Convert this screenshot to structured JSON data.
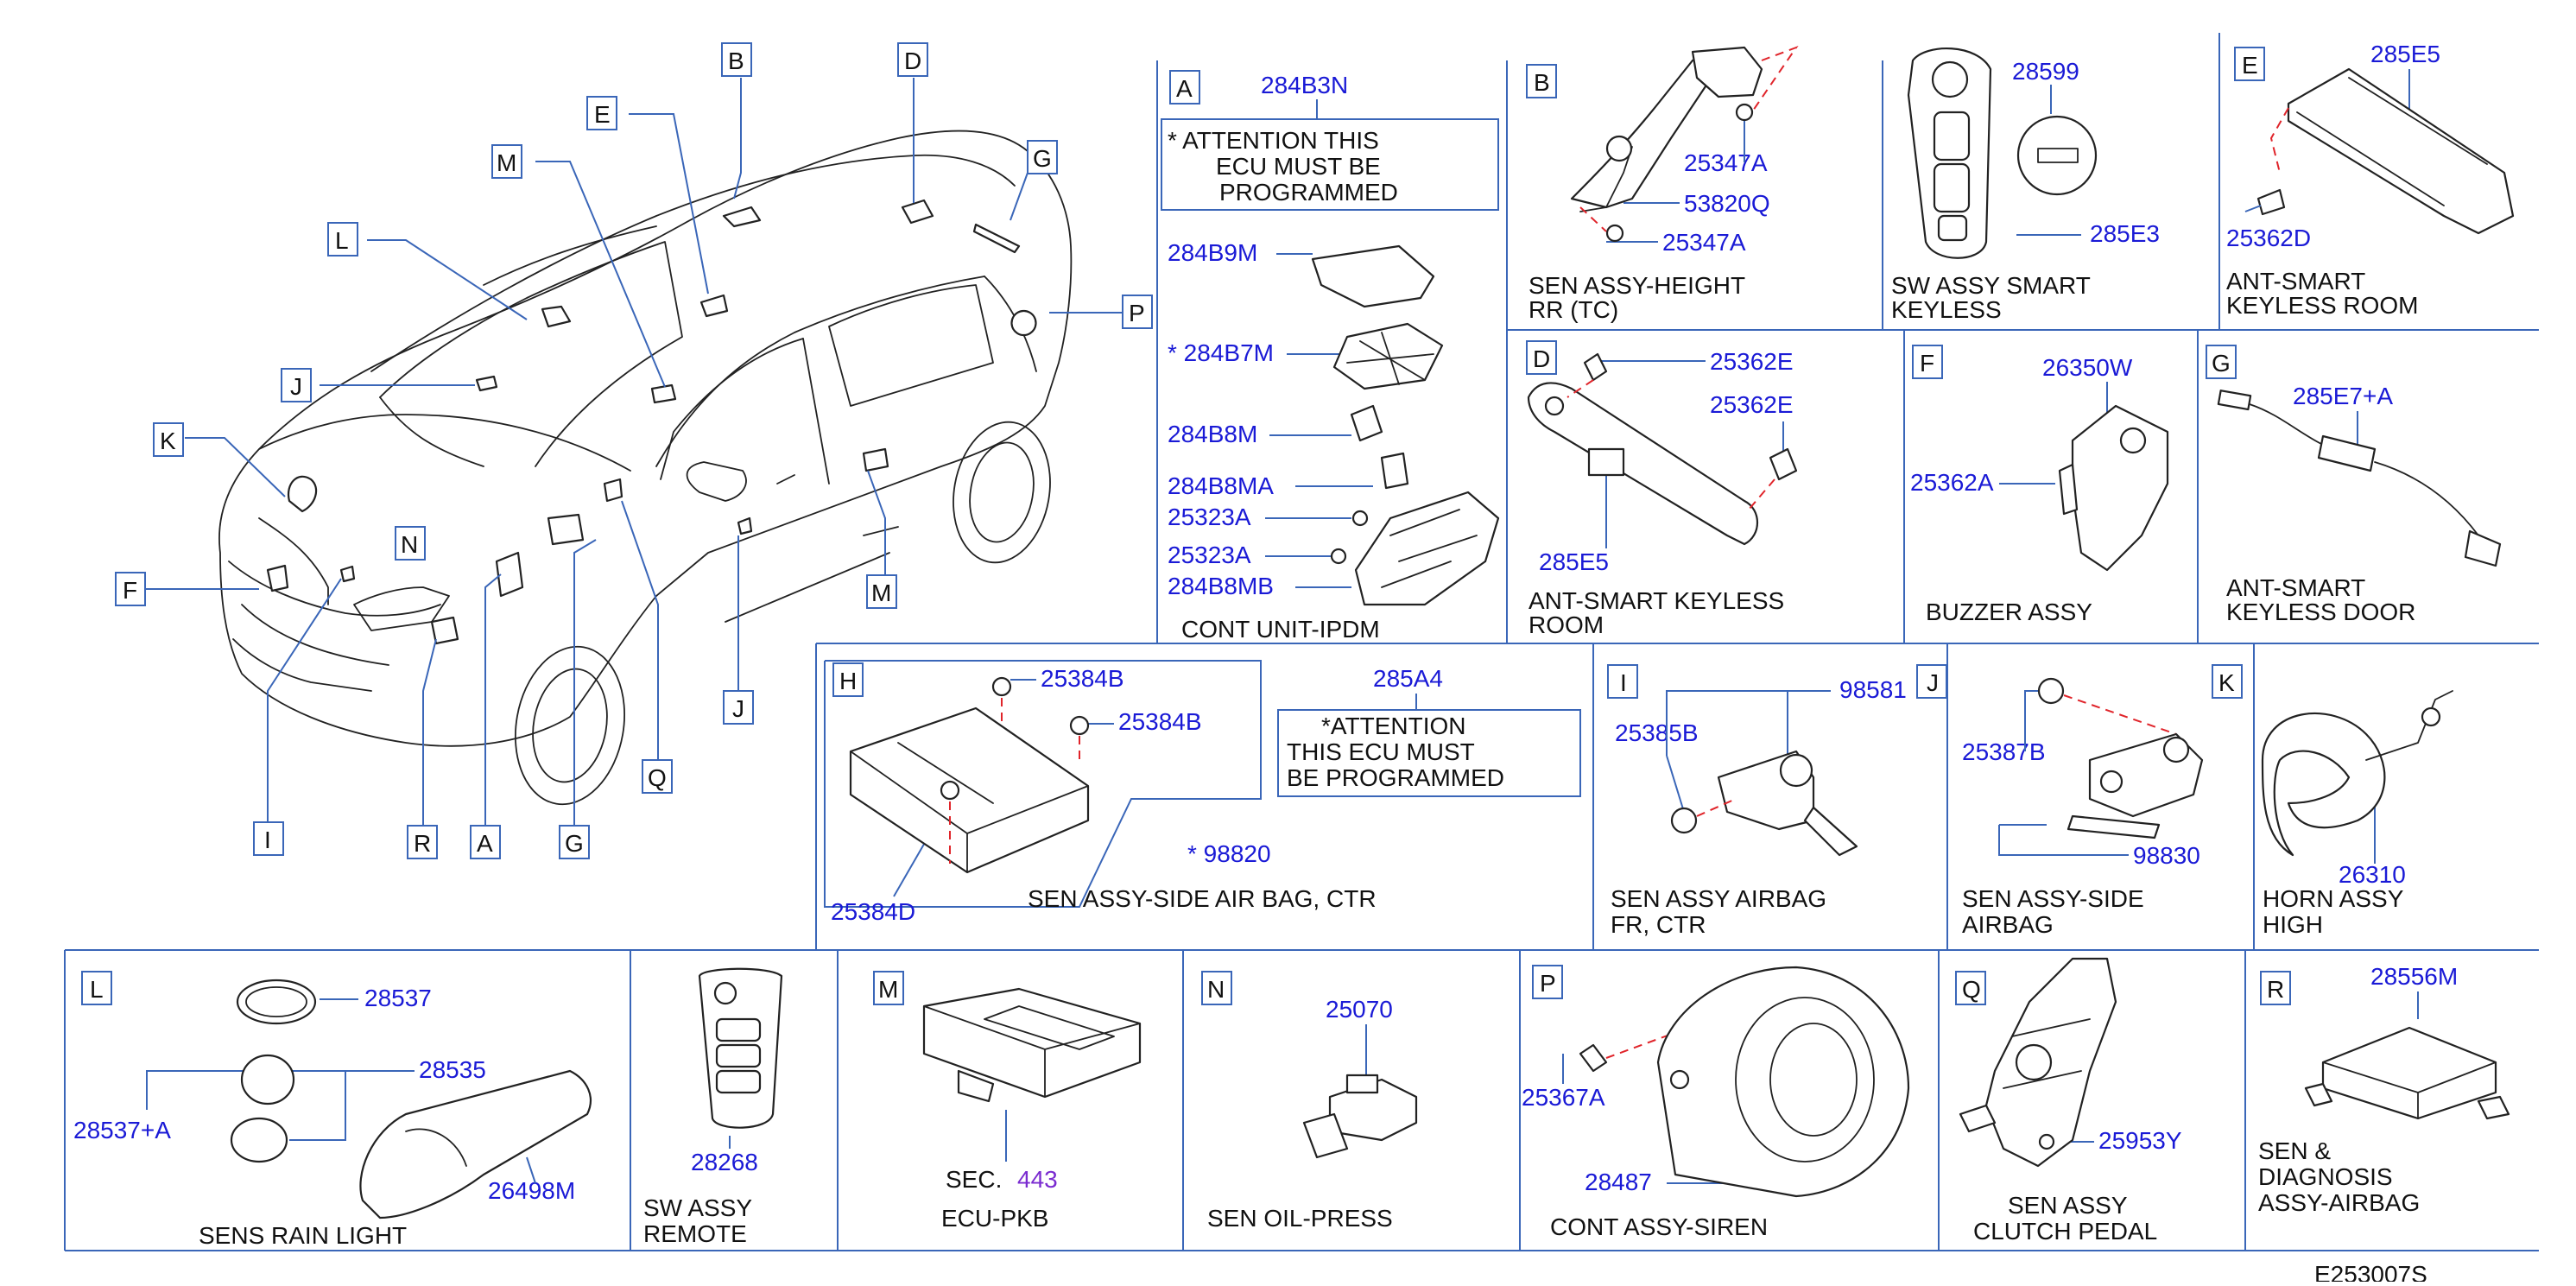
{
  "diagram_id": "E253007S",
  "overview": {
    "callouts": [
      "B",
      "D",
      "E",
      "M",
      "G",
      "L",
      "P",
      "J",
      "K",
      "N",
      "F",
      "I",
      "R",
      "A",
      "G",
      "Q",
      "J",
      "M"
    ]
  },
  "panels": {
    "A": {
      "letter": "A",
      "top_part": "284B3N",
      "note": [
        "* ATTENTION  THIS",
        "ECU  MUST  BE",
        "PROGRAMMED"
      ],
      "parts": [
        "284B9M",
        "* 284B7M",
        "284B8M",
        "284B8MA",
        "25323A",
        "25323A",
        "284B8MB"
      ],
      "caption": "CONT   UNIT-IPDM"
    },
    "B": {
      "letter": "B",
      "parts": [
        "25347A",
        "53820Q",
        "25347A"
      ],
      "caption": [
        "SEN   ASSY-HEIGHT",
        "RR   (TC)"
      ]
    },
    "C": {
      "parts": [
        "28599",
        "285E3"
      ],
      "caption": [
        "SW   ASSY   SMART",
        "KEYLESS"
      ]
    },
    "E": {
      "letter": "E",
      "parts": [
        "285E5",
        "25362D"
      ],
      "caption": [
        "ANT-SMART",
        "KEYLESS   ROOM"
      ]
    },
    "D": {
      "letter": "D",
      "parts": [
        "25362E",
        "25362E",
        "285E5"
      ],
      "caption": [
        "ANT-SMART   KEYLESS",
        "ROOM"
      ]
    },
    "F": {
      "letter": "F",
      "parts": [
        "26350W",
        "25362A"
      ],
      "caption": "BUZZER   ASSY"
    },
    "G": {
      "letter": "G",
      "parts": [
        "285E7+A"
      ],
      "caption": [
        "ANT-SMART",
        "KEYLESS   DOOR"
      ]
    },
    "H": {
      "letter": "H",
      "parts": [
        "25384B",
        "25384B",
        "25384D",
        "285A4",
        "*   98820"
      ],
      "note": [
        "*ATTENTION",
        "THIS   ECU   MUST",
        "BE   PROGRAMMED"
      ],
      "caption": "SEN   ASSY-SIDE          AIR   BAG,   CTR"
    },
    "I": {
      "letter": "I",
      "parts": [
        "98581",
        "25385B"
      ],
      "caption": [
        "SEN   ASSY   AIRBAG",
        "FR,   CTR"
      ]
    },
    "J": {
      "letter": "J",
      "parts": [
        "25387B",
        "98830"
      ],
      "caption": [
        "SEN   ASSY-SIDE",
        "AIRBAG"
      ]
    },
    "K": {
      "letter": "K",
      "parts": [
        "26310"
      ],
      "caption": [
        "HORN   ASSY",
        "HIGH"
      ]
    },
    "L": {
      "letter": "L",
      "parts": [
        "28537",
        "28535",
        "28537+A",
        "26498M"
      ],
      "caption": "SENS   RAIN   LIGHT"
    },
    "L2": {
      "parts": [
        "28268"
      ],
      "caption": [
        "SW   ASSY",
        "REMOTE"
      ]
    },
    "M": {
      "letter": "M",
      "sec_label": "SEC.",
      "sec_num": "443",
      "caption": "ECU-PKB"
    },
    "N": {
      "letter": "N",
      "parts": [
        "25070"
      ],
      "caption": "SEN   OIL-PRESS"
    },
    "P": {
      "letter": "P",
      "parts": [
        "25367A",
        "28487"
      ],
      "caption": "CONT   ASSY-SIREN"
    },
    "Q": {
      "letter": "Q",
      "parts": [
        "25953Y"
      ],
      "caption": [
        "SEN   ASSY",
        "CLUTCH   PEDAL"
      ]
    },
    "R": {
      "letter": "R",
      "parts": [
        "28556M"
      ],
      "caption": [
        "SEN   &",
        "DIAGNOSIS",
        "ASSY-AIRBAG"
      ]
    }
  },
  "colors": {
    "line_blue": "#3a66b8",
    "part_number": "#1a1ad6",
    "section_link": "#7a2bd0",
    "dashed_red": "#e0242a"
  }
}
